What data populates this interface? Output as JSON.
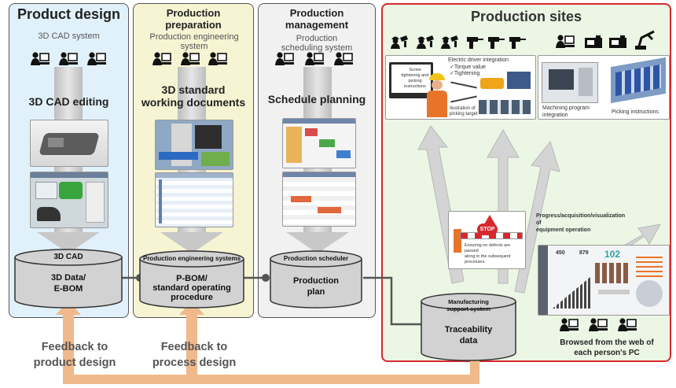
{
  "columns": {
    "product_design": {
      "title": "Product design",
      "subtitle": "3D CAD system",
      "stage": "3D CAD editing"
    },
    "production_preparation": {
      "title_line1": "Production",
      "title_line2": "preparation",
      "subtitle": "Production engineering system",
      "stage_line1": "3D standard",
      "stage_line2": "working documents"
    },
    "production_management": {
      "title_line1": "Production",
      "title_line2": "management",
      "subtitle": "Production scheduling system",
      "stage": "Schedule planning"
    },
    "production_sites": {
      "title": "Production sites"
    }
  },
  "databases": {
    "cad": {
      "label": "3D CAD",
      "line1": "3D Data/",
      "line2": "E-BOM"
    },
    "engineering": {
      "label": "Production engineering systems",
      "line1": "P-BOM/",
      "line2": "standard operating",
      "line3": "procedure"
    },
    "scheduler": {
      "label": "Production scheduler",
      "line1": "Production",
      "line2": "plan"
    },
    "support": {
      "label_line1": "Manufacturing",
      "label_line2": "support system",
      "line1": "Traceability",
      "line2": "data"
    }
  },
  "feedback": {
    "product": {
      "line1": "Feedback to",
      "line2": "product design"
    },
    "process": {
      "line1": "Feedback to",
      "line2": "process design"
    }
  },
  "site_notes": {
    "screw_instructions": "Screw tightening and picking instructions",
    "driver_integration": "Electric driver integration",
    "torque": "✓Torque value",
    "tightening": "✓Tightening",
    "illustration": "Ilustration of picking target",
    "machining": "Machining program integration",
    "picking": "Picking instructions",
    "progress_line1": "Progress/acquisition/visualization of",
    "progress_line2": "equipment operation",
    "stop": "STOP",
    "stop_caption_line1": "Ensuring no defects are passed",
    "stop_caption_line2": "along in the subsequent",
    "stop_caption_line3": "processes.",
    "browsed_line1": "Browsed from the web of",
    "browsed_line2": "each person's PC",
    "dash_big": "102",
    "dash_num1": "450",
    "dash_num2": "879"
  },
  "colors": {
    "product_bg": "#e1f1fb",
    "preparation_bg": "#f6f4d2",
    "management_bg": "#f1f1f1",
    "sites_border": "#d6282d",
    "feedback_arrow": "#f0b98b",
    "flow_arrow": "#d4d4d4"
  }
}
